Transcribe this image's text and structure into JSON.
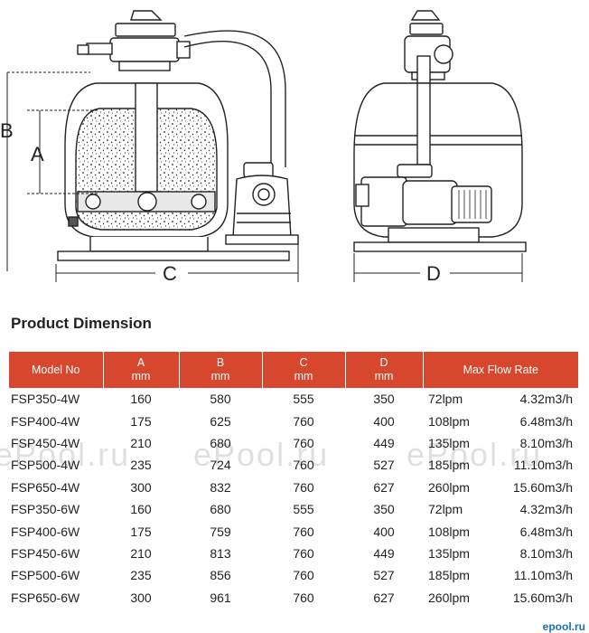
{
  "drawing": {
    "labels": {
      "a": "A",
      "b": "B",
      "c": "C",
      "d": "D"
    }
  },
  "section_title": "Product Dimension",
  "table": {
    "headers": {
      "model": "Model No",
      "a_label": "A",
      "a_unit": "mm",
      "b_label": "B",
      "b_unit": "mm",
      "c_label": "C",
      "c_unit": "mm",
      "d_label": "D",
      "d_unit": "mm",
      "flow": "Max Flow Rate"
    },
    "rows": [
      {
        "model": "FSP350-4W",
        "a": "160",
        "b": "580",
        "c": "555",
        "d": "350",
        "lpm": "72lpm",
        "m3h": "4.32m3/h"
      },
      {
        "model": "FSP400-4W",
        "a": "175",
        "b": "625",
        "c": "760",
        "d": "400",
        "lpm": "108lpm",
        "m3h": "6.48m3/h"
      },
      {
        "model": "FSP450-4W",
        "a": "210",
        "b": "680",
        "c": "760",
        "d": "449",
        "lpm": "135lpm",
        "m3h": "8.10m3/h"
      },
      {
        "model": "FSP500-4W",
        "a": "235",
        "b": "724",
        "c": "760",
        "d": "527",
        "lpm": "185lpm",
        "m3h": "11.10m3/h"
      },
      {
        "model": "FSP650-4W",
        "a": "300",
        "b": "832",
        "c": "760",
        "d": "627",
        "lpm": "260lpm",
        "m3h": "15.60m3/h"
      },
      {
        "model": "FSP350-6W",
        "a": "160",
        "b": "680",
        "c": "555",
        "d": "350",
        "lpm": "72lpm",
        "m3h": "4.32m3/h"
      },
      {
        "model": "FSP400-6W",
        "a": "175",
        "b": "759",
        "c": "760",
        "d": "400",
        "lpm": "108lpm",
        "m3h": "6.48m3/h"
      },
      {
        "model": "FSP450-6W",
        "a": "210",
        "b": "813",
        "c": "760",
        "d": "449",
        "lpm": "135lpm",
        "m3h": "8.10m3/h"
      },
      {
        "model": "FSP500-6W",
        "a": "235",
        "b": "856",
        "c": "760",
        "d": "527",
        "lpm": "185lpm",
        "m3h": "11.10m3/h"
      },
      {
        "model": "FSP650-6W",
        "a": "300",
        "b": "961",
        "c": "760",
        "d": "627",
        "lpm": "260lpm",
        "m3h": "15.60m3/h"
      }
    ]
  },
  "watermark": [
    "ePool.ru",
    "ePool.ru",
    "ePool.ru"
  ],
  "corner_logo": "epool.ru",
  "colors": {
    "header_bg": "#d6472d",
    "header_text": "#ffffff",
    "line": "#222222"
  }
}
